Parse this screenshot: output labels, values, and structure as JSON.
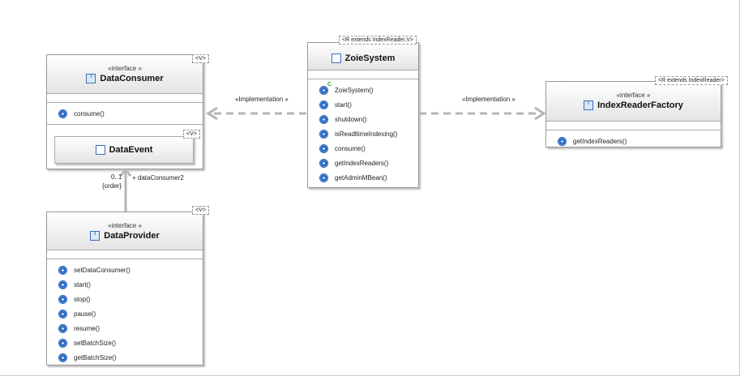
{
  "classes": {
    "data_consumer": {
      "stereotype": "«interface »",
      "name": "DataConsumer",
      "template": "<V>",
      "operations": [
        "consume()"
      ],
      "nested": {
        "name": "DataEvent",
        "template": "<V>"
      }
    },
    "data_provider": {
      "stereotype": "«interface »",
      "name": "DataProvider",
      "template": "<V>",
      "operations": [
        "setDataConsumer()",
        "start()",
        "stop()",
        "pause()",
        "resume()",
        "setBatchSize()",
        "getBatchSize()"
      ]
    },
    "zoie_system": {
      "name": "ZoieSystem",
      "template": "<R extends IndexReader,V>",
      "operations": [
        "ZoieSystem()",
        "start()",
        "shutdown()",
        "isReadltimeIndexing()",
        "consume()",
        "getIndexReaders()",
        "getAdminMBean()"
      ]
    },
    "index_reader_factory": {
      "stereotype": "«interface »",
      "name": "IndexReaderFactory",
      "template": "<R extends IndexReader>",
      "operations": [
        "getIndexReaders()"
      ]
    }
  },
  "relations": {
    "impl_left": "«Implementation »",
    "impl_right": "«Implementation »",
    "assoc": {
      "multiplicity": "0..1",
      "constraint": "{order}",
      "role": "+ dataConsumer2"
    }
  },
  "icons": {
    "interface": "I",
    "constructor_badge": "C"
  }
}
